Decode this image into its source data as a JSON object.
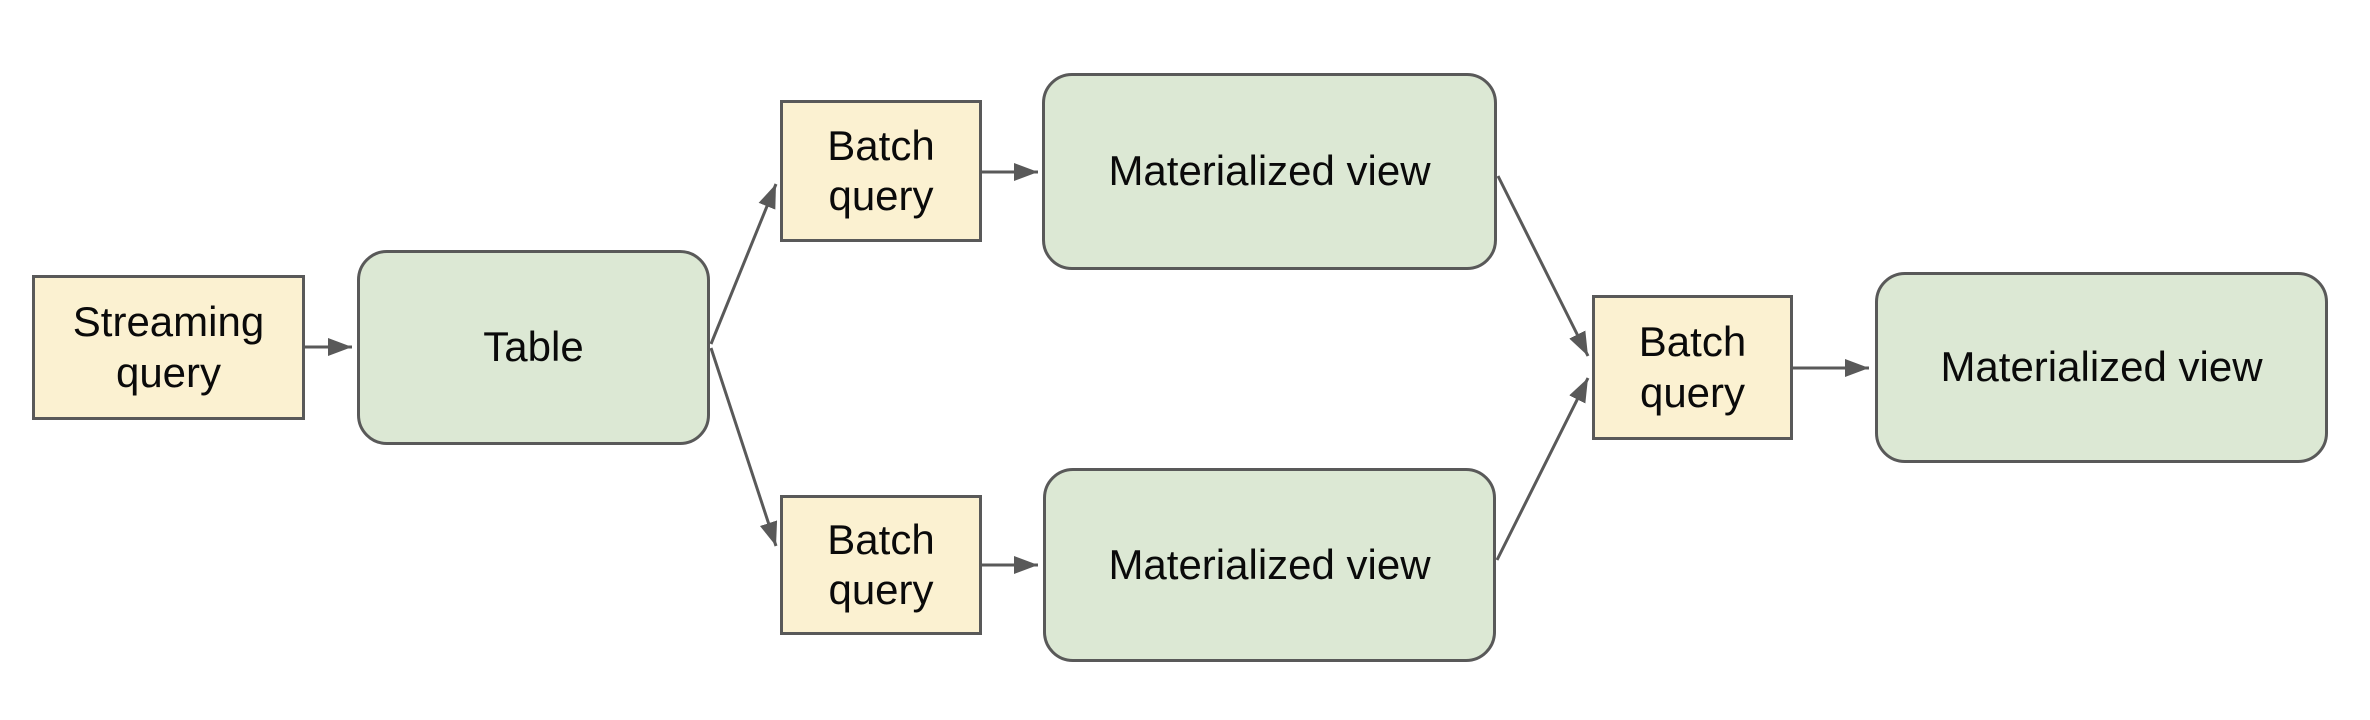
{
  "diagram": {
    "colors": {
      "background": "#ffffff",
      "node_yellow_fill": "#FBF1D1",
      "node_green_fill": "#DCE8D4",
      "node_border": "#595959",
      "arrow": "#595959",
      "text": "#0a0a0a"
    },
    "nodes": [
      {
        "id": "streaming-query",
        "label": "Streaming query",
        "type": "query"
      },
      {
        "id": "table",
        "label": "Table",
        "type": "table"
      },
      {
        "id": "batch-query-top",
        "label": "Batch query",
        "type": "query"
      },
      {
        "id": "materialized-view-top",
        "label": "Materialized view",
        "type": "view"
      },
      {
        "id": "batch-query-bottom",
        "label": "Batch query",
        "type": "query"
      },
      {
        "id": "materialized-view-bottom",
        "label": "Materialized view",
        "type": "view"
      },
      {
        "id": "batch-query-right",
        "label": "Batch query",
        "type": "query"
      },
      {
        "id": "materialized-view-right",
        "label": "Materialized view",
        "type": "view"
      }
    ],
    "edges": [
      {
        "from": "streaming-query",
        "to": "table"
      },
      {
        "from": "table",
        "to": "batch-query-top"
      },
      {
        "from": "table",
        "to": "batch-query-bottom"
      },
      {
        "from": "batch-query-top",
        "to": "materialized-view-top"
      },
      {
        "from": "batch-query-bottom",
        "to": "materialized-view-bottom"
      },
      {
        "from": "materialized-view-top",
        "to": "batch-query-right"
      },
      {
        "from": "materialized-view-bottom",
        "to": "batch-query-right"
      },
      {
        "from": "batch-query-right",
        "to": "materialized-view-right"
      }
    ]
  }
}
